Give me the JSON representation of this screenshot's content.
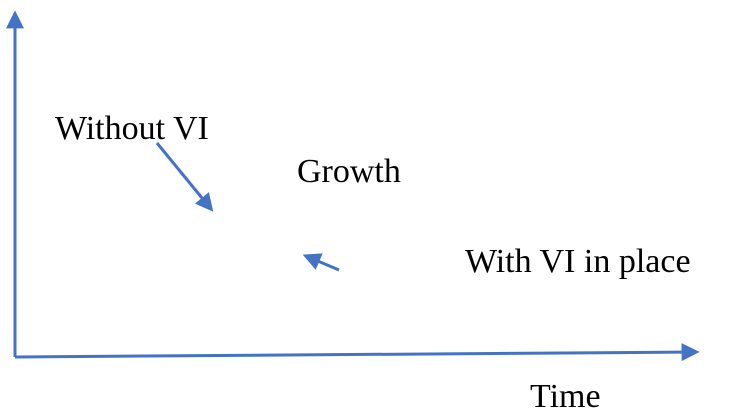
{
  "labels": {
    "without_vi": "Without VI",
    "growth": "Growth",
    "with_vi": "With VI in place",
    "x_axis": "Time"
  },
  "colors": {
    "axis": "#4472C4",
    "arrow": "#4472C4",
    "text": "#000000"
  }
}
